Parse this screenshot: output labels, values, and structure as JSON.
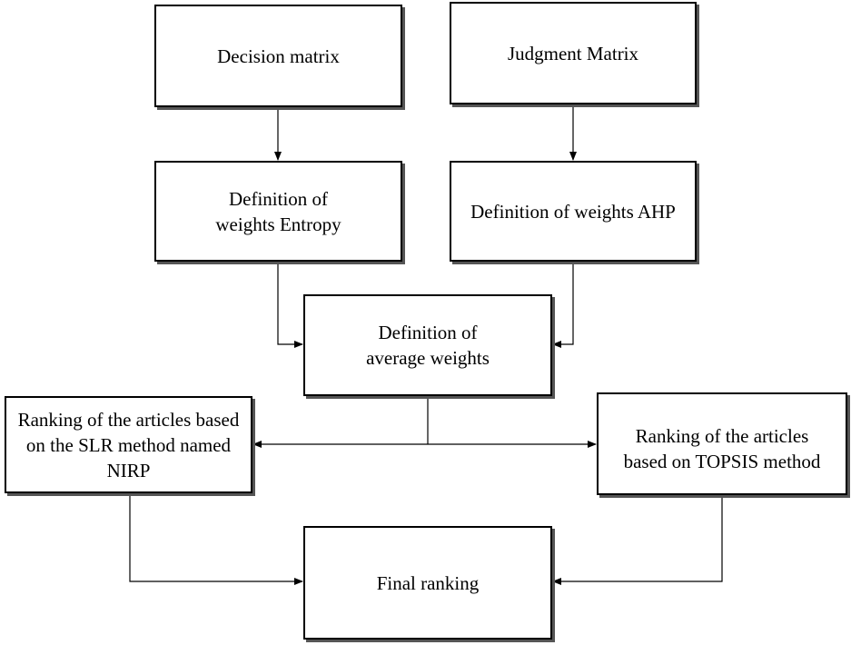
{
  "diagram": {
    "nodes": {
      "decision_matrix": "Decision matrix",
      "judgment_matrix": "Judgment Matrix",
      "weights_entropy": "Definition of weights Entropy",
      "weights_ahp": "Definition of weights AHP",
      "average_weights": "Definition of average weights",
      "ranking_nirp": "Ranking of the articles based on the SLR method named NIRP",
      "ranking_topsis": "Ranking of the articles based on TOPSIS method",
      "final_ranking": "Final ranking"
    },
    "edges": [
      {
        "from": "decision_matrix",
        "to": "weights_entropy"
      },
      {
        "from": "judgment_matrix",
        "to": "weights_ahp"
      },
      {
        "from": "weights_entropy",
        "to": "average_weights"
      },
      {
        "from": "weights_ahp",
        "to": "average_weights"
      },
      {
        "from": "average_weights",
        "to": "ranking_nirp"
      },
      {
        "from": "average_weights",
        "to": "ranking_topsis"
      },
      {
        "from": "ranking_nirp",
        "to": "final_ranking"
      },
      {
        "from": "ranking_topsis",
        "to": "final_ranking"
      }
    ],
    "colors": {
      "stroke": "#000000",
      "shadow": "#555555",
      "fill": "#ffffff"
    }
  }
}
